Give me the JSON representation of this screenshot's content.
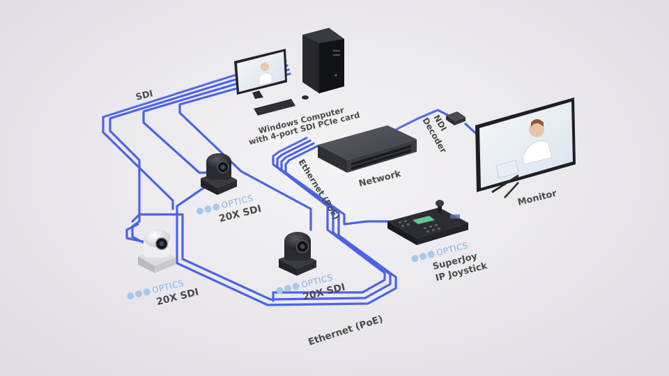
{
  "labels": {
    "sdi": "SDI",
    "computer_line1": "Windows Computer",
    "computer_line2": "with 4-port SDI PCIe card",
    "ndi_line1": "NDI",
    "ndi_line2": "Decoder",
    "network": "Network",
    "monitor": "Monitor",
    "ethernet_poe_vertical": "Ethernet (PoE)",
    "ethernet_poe_bottom": "Ethernet (PoE)",
    "joystick_line1": "SuperJoy",
    "joystick_line2": "IP Joystick"
  },
  "cameras": [
    {
      "brand": "OPTICS",
      "model": "20X SDI",
      "color": "#2a2b30"
    },
    {
      "brand": "OPTICS",
      "model": "20X SDI",
      "color": "#f2f2f4"
    },
    {
      "brand": "OPTICS",
      "model": "20X SDI",
      "color": "#2a2b30"
    }
  ],
  "joystick_brand": "OPTICS",
  "colors": {
    "cable": "#4b63e6",
    "cable_highlight": "#8fa0ff",
    "label": "#4a4a4e",
    "brand": "#86b3df",
    "background": "#e9e7ec"
  }
}
